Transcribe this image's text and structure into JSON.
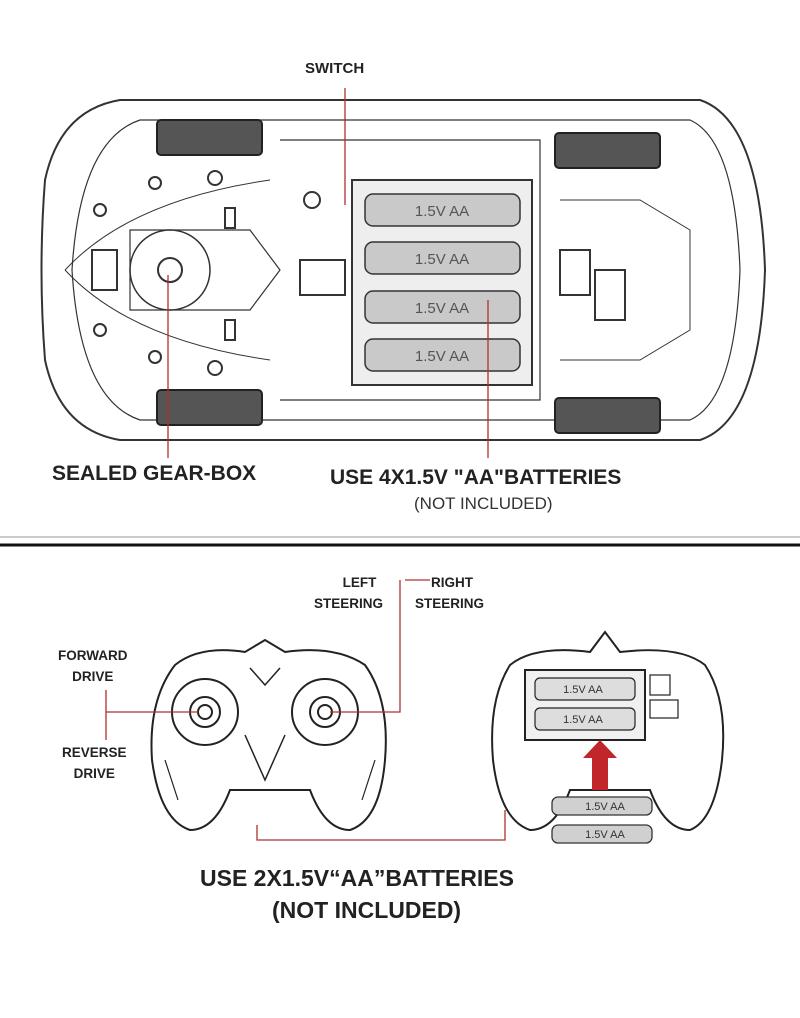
{
  "car_diagram": {
    "switch_label": "SWITCH",
    "gearbox_label": "SEALED GEAR-BOX",
    "battery_instruction": "USE 4X1.5V \"AA\"BATTERIES",
    "battery_note": "(NOT INCLUDED)",
    "battery_cells": [
      "1.5V AA",
      "1.5V AA",
      "1.5V AA",
      "1.5V AA"
    ]
  },
  "controller_diagram": {
    "left_steering": [
      "LEFT",
      "STEERING"
    ],
    "right_steering": [
      "RIGHT",
      "STEERING"
    ],
    "forward_drive": [
      "FORWARD",
      "DRIVE"
    ],
    "reverse_drive": [
      "REVERSE",
      "DRIVE"
    ],
    "battery_instruction": "USE 2X1.5V“AA”BATTERIES",
    "battery_note": "(NOT INCLUDED)",
    "installed_cells": [
      "1.5V AA",
      "1.5V AA"
    ],
    "loose_cells": [
      "1.5V AA",
      "1.5V AA"
    ]
  },
  "colors": {
    "leader_line": "#b03030",
    "arrow": "#c0262a",
    "ink": "#222222"
  }
}
